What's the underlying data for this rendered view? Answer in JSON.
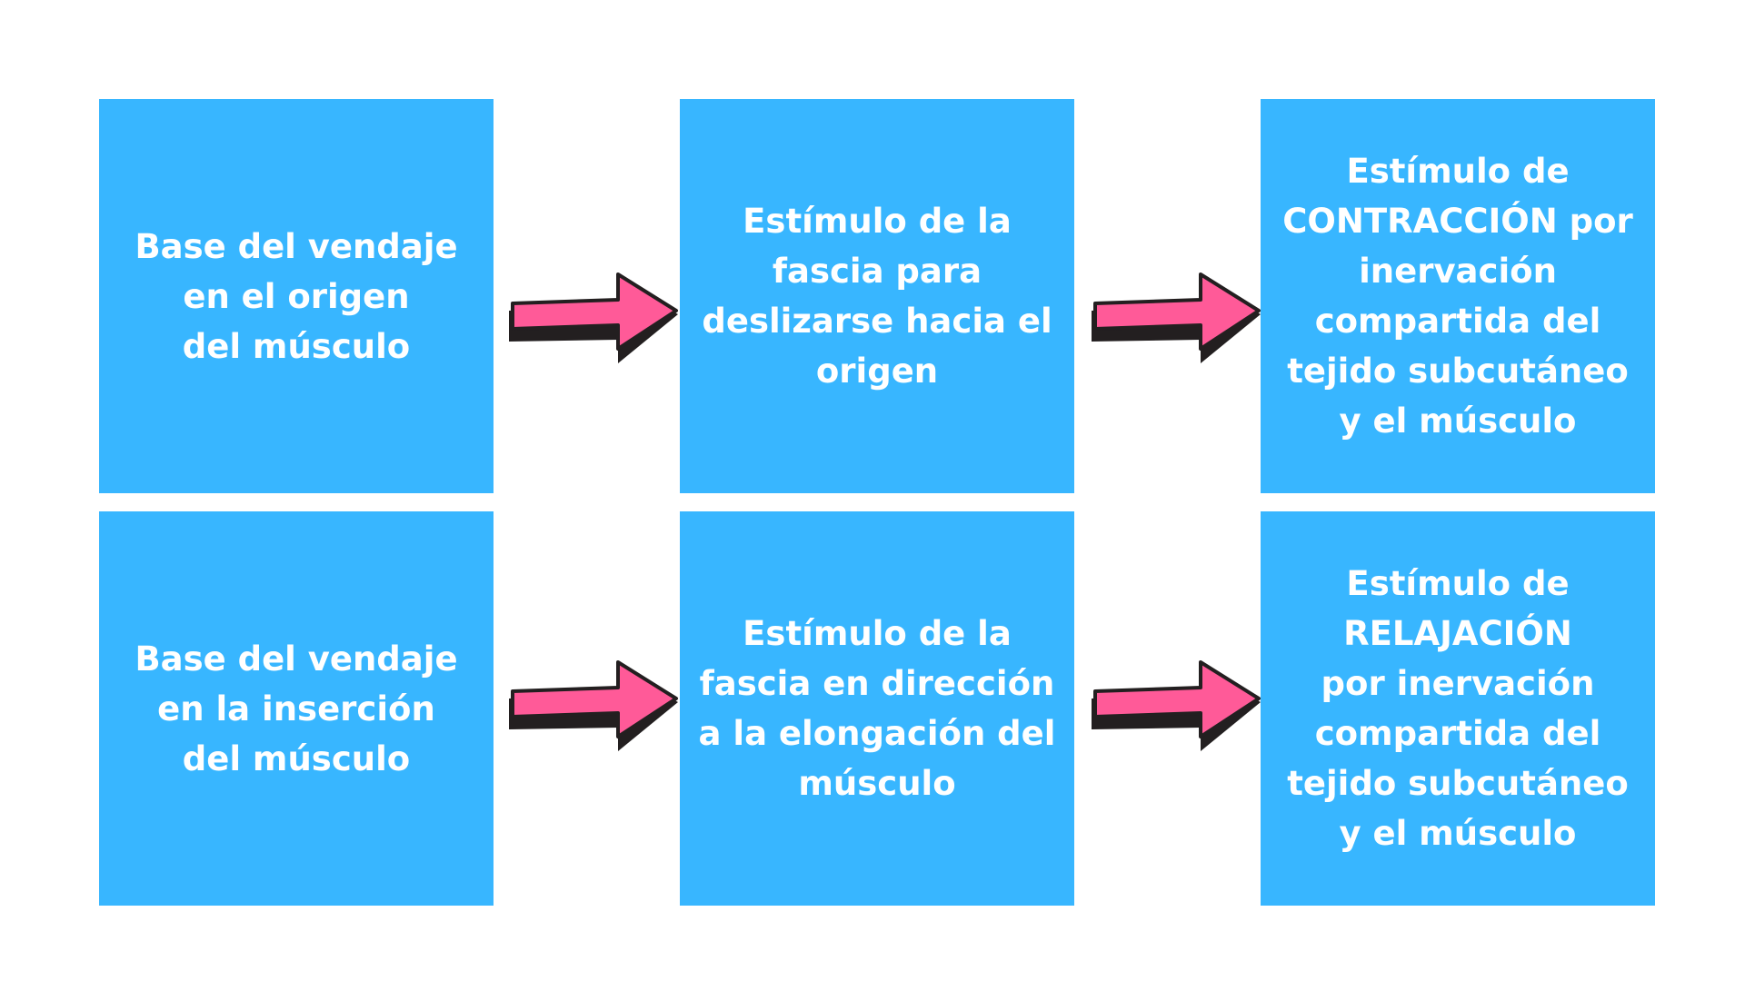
{
  "colors": {
    "box_fill": "#38b6ff",
    "box_text": "#ffffff",
    "arrow_fill": "#ff5a98",
    "arrow_shadow": "#231f20"
  },
  "rows": [
    {
      "steps": [
        {
          "text": "Base del vendaje\nen el origen\ndel músculo"
        },
        {
          "text": "Estímulo de la\nfascia para\ndeslizarse hacia el\norigen"
        },
        {
          "text": "Estímulo de\nCONTRACCIÓN por\ninervación\ncompartida del\ntejido subcutáneo\ny el músculo"
        }
      ]
    },
    {
      "steps": [
        {
          "text": "Base del vendaje\nen la inserción\ndel músculo"
        },
        {
          "text": "Estímulo de la\nfascia en dirección\na la elongación del\nmúsculo"
        },
        {
          "text": "Estímulo de\nRELAJACIÓN\npor inervación\ncompartida del\ntejido subcutáneo\ny el músculo"
        }
      ]
    }
  ],
  "connector_icon": "right-arrow-icon"
}
